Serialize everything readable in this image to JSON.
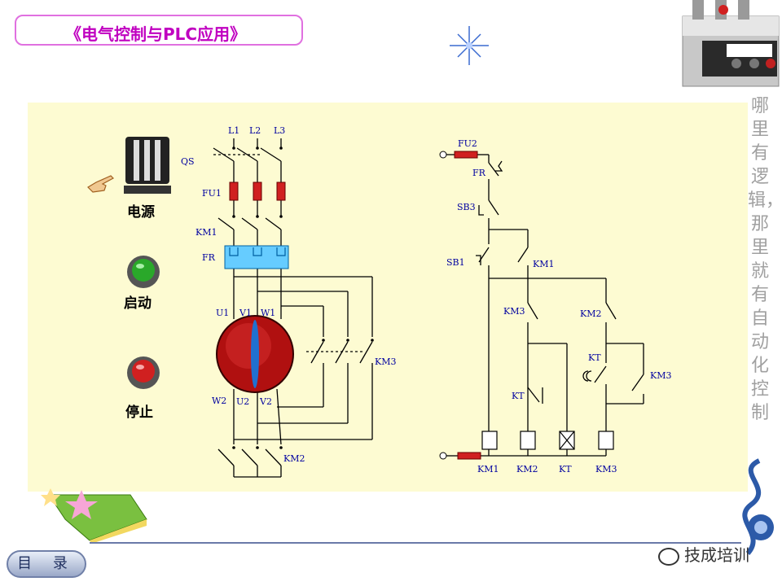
{
  "header": {
    "title": "《电气控制与PLC应用》"
  },
  "side_caption": "哪里有逻辑，那里就有自动化控制",
  "controls": {
    "power": "电源",
    "start": "启动",
    "stop": "停止"
  },
  "main_circuit": {
    "phases": [
      "L1",
      "L2",
      "L3"
    ],
    "qs": "QS",
    "fu1": "FU1",
    "km1": "KM1",
    "fr": "FR",
    "u1": "U1",
    "v1": "V1",
    "w1": "W1",
    "w2": "W2",
    "u2": "U2",
    "v2": "V2",
    "km2": "KM2",
    "km3": "KM3"
  },
  "control_circuit": {
    "fu2": "FU2",
    "fr": "FR",
    "sb3": "SB3",
    "sb1": "SB1",
    "km1_contact": "KM1",
    "km3_nc": "KM3",
    "km2_nc": "KM2",
    "kt_nc": "KT",
    "kt_no": "KT",
    "km3_no": "KM3",
    "coils": [
      "KM1",
      "KM2",
      "KT",
      "KM3"
    ]
  },
  "footer": {
    "toc": "目 录",
    "watermark": "技成培训"
  }
}
